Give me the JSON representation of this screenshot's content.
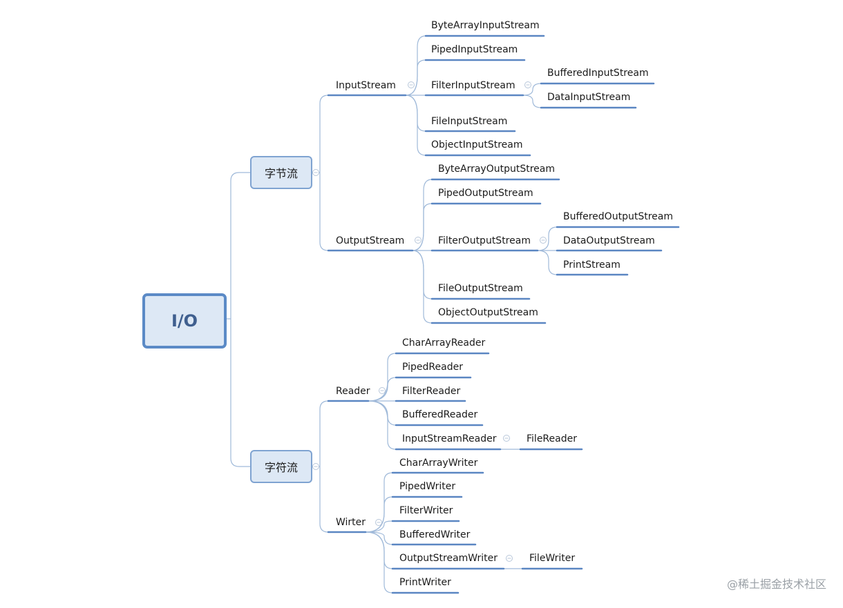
{
  "root": {
    "label": "I/O"
  },
  "byte_stream": {
    "label": "字节流",
    "input": {
      "label": "InputStream",
      "children": [
        "ByteArrayInputStream",
        "PipedInputStream",
        "FilterInputStream",
        "FileInputStream",
        "ObjectInputStream"
      ],
      "filter_children": [
        "BufferedInputStream",
        "DataInputStream"
      ]
    },
    "output": {
      "label": "OutputStream",
      "children": [
        "ByteArrayOutputStream",
        "PipedOutputStream",
        "FilterOutputStream",
        "FileOutputStream",
        "ObjectOutputStream"
      ],
      "filter_children": [
        "BufferedOutputStream",
        "DataOutputStream",
        "PrintStream"
      ]
    }
  },
  "char_stream": {
    "label": "字符流",
    "reader": {
      "label": "Reader",
      "children": [
        "CharArrayReader",
        "PipedReader",
        "FilterReader",
        "BufferedReader",
        "InputStreamReader"
      ],
      "isr_child": "FileReader"
    },
    "writer": {
      "label": "Wirter",
      "children": [
        "CharArrayWriter",
        "PipedWriter",
        "FilterWriter",
        "BufferedWriter",
        "OutputStreamWriter",
        "PrintWriter"
      ],
      "osw_child": "FileWriter"
    }
  },
  "watermark": "@稀土掘金技术社区",
  "colors": {
    "line": "#9fb9d9",
    "underline": "#5a86c2",
    "box_fill": "#dde8f5",
    "root_border": "#5b8ac6"
  }
}
